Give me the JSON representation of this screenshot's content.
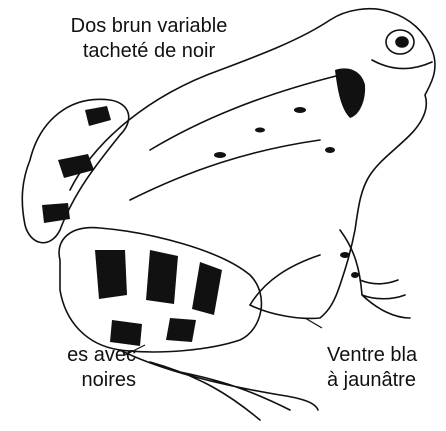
{
  "labels": {
    "back": {
      "line1": "Dos brun variable",
      "line2": "tacheté de noir"
    },
    "belly": {
      "line1": "Ventre bla",
      "line2": "à jaunâtre"
    },
    "legs": {
      "line1": "es avec",
      "line2": "noires"
    }
  },
  "icons": [
    "frog-illustration"
  ],
  "colors": {
    "ink": "#111111",
    "background": "#ffffff"
  }
}
